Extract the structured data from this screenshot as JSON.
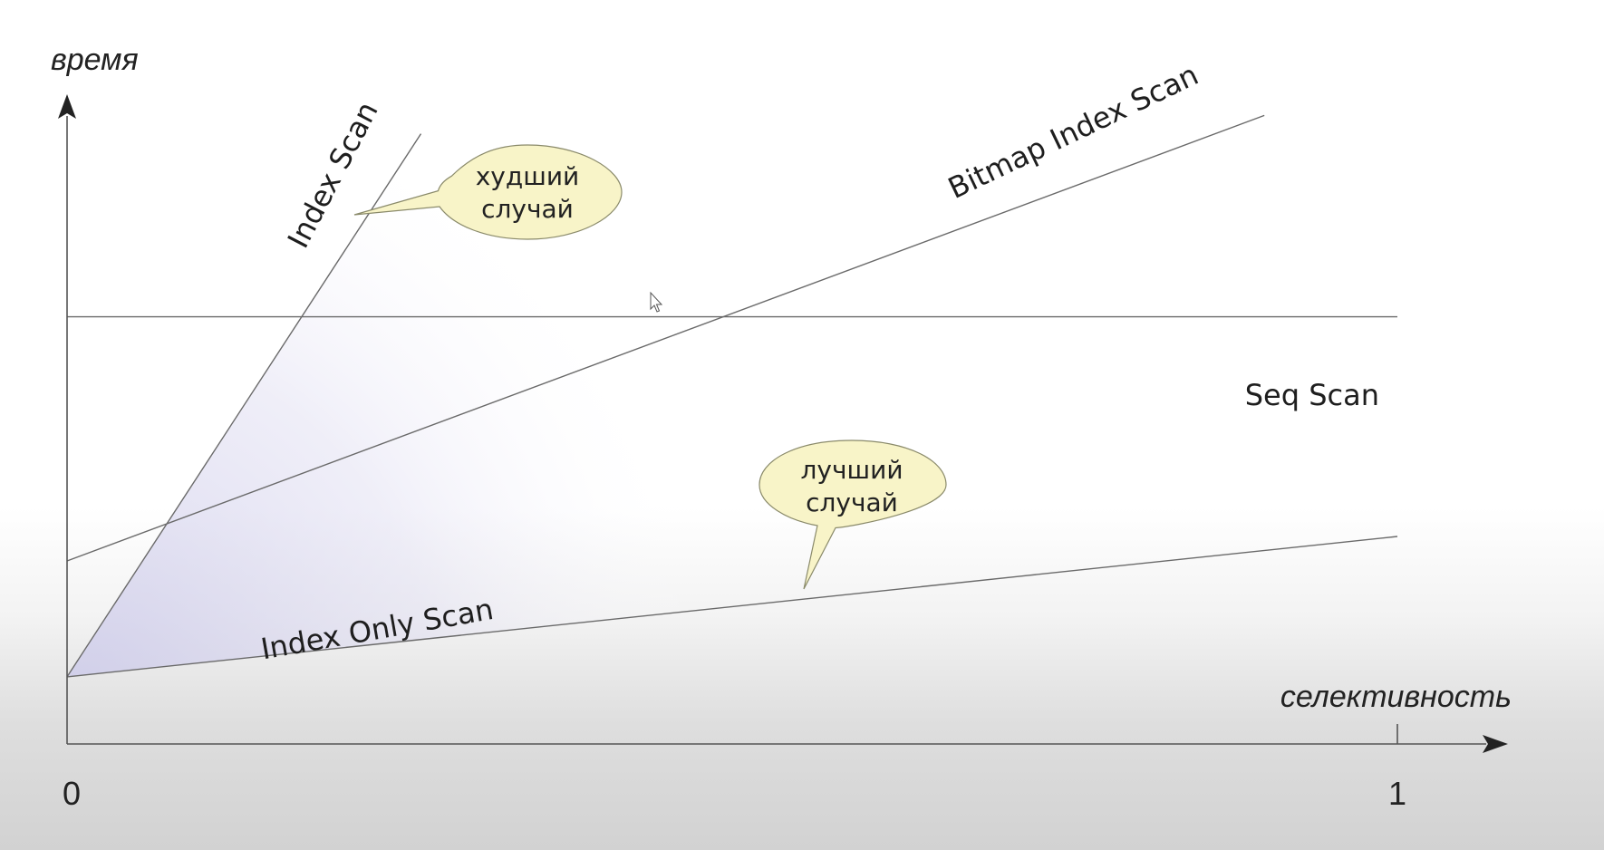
{
  "chart_data": {
    "type": "line",
    "xlabel": "селективность",
    "ylabel": "время",
    "xlim": [
      0,
      1
    ],
    "ylim": [
      0,
      1
    ],
    "x_ticks": [
      {
        "value": 0,
        "label": "0"
      },
      {
        "value": 1,
        "label": "1"
      }
    ],
    "grid": false,
    "series": [
      {
        "name": "Index Scan",
        "x": [
          0,
          0.266
        ],
        "y": [
          0.11,
          1.0
        ]
      },
      {
        "name": "Bitmap Index Scan",
        "x": [
          0,
          0.9
        ],
        "y": [
          0.3,
          1.03
        ]
      },
      {
        "name": "Seq Scan",
        "x": [
          0,
          1
        ],
        "y": [
          0.7,
          0.7
        ]
      },
      {
        "name": "Index Only Scan",
        "x": [
          0,
          1
        ],
        "y": [
          0.11,
          0.34
        ]
      }
    ],
    "shaded_region": {
      "between": [
        "Index Only Scan",
        "Index Scan"
      ],
      "color": "#cdcbea"
    },
    "annotations": [
      {
        "id": "worst",
        "lines": [
          "худший",
          "случай"
        ],
        "points_to_series": "Index Scan",
        "at": {
          "x": 0.217,
          "y": 0.86
        }
      },
      {
        "id": "best",
        "lines": [
          "лучший",
          "случай"
        ],
        "points_to_series": "Index Only Scan",
        "at": {
          "x": 0.555,
          "y": 0.237
        }
      }
    ],
    "colors": {
      "lines": "#6a6a6a",
      "axis": "#555555",
      "bubble_fill": "#f8f4c8",
      "shade": "#cdcbea"
    }
  }
}
